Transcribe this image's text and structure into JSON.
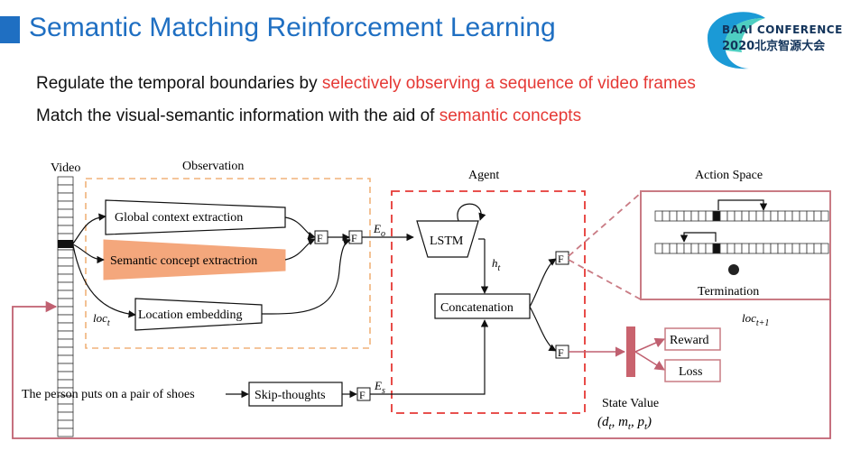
{
  "title": "Semantic Matching Reinforcement Learning",
  "logo": {
    "line1": "BAAI CONFERENCE",
    "line2": "2020北京智源大会"
  },
  "bullets": [
    {
      "plain": "Regulate the temporal boundaries by ",
      "highlight": "selectively observing a sequence of video frames"
    },
    {
      "plain": "Match the visual-semantic information with the aid of ",
      "highlight": "semantic concepts"
    }
  ],
  "diagram": {
    "video_label": "Video",
    "observation_label": "Observation",
    "global_context": "Global context extraction",
    "semantic_concept": "Semantic concept extractrion",
    "location_embedding": "Location embedding",
    "loc_t": "loc",
    "loc_t_sub": "t",
    "fusion_label": "F",
    "e_o": "E",
    "e_o_sub": "o",
    "agent_label": "Agent",
    "lstm": "LSTM",
    "h_t": "h",
    "h_t_sub": "t",
    "concatenation": "Concatenation",
    "action_space_label": "Action Space",
    "termination": "Termination",
    "loc_t1": "loc",
    "loc_t1_sub": "t+1",
    "reward": "Reward",
    "loss": "Loss",
    "state_value_label": "State Value",
    "state_value_formula": "(d",
    "sentence": "The person puts on a pair of shoes",
    "skip_thoughts": "Skip-thoughts",
    "e_s": "E",
    "e_s_sub": "s"
  },
  "colors": {
    "title_blue": "#1f6fc2",
    "highlight_red": "#e53935",
    "observation_border": "#f0b27a",
    "agent_border": "#e53935",
    "action_border": "#c97b84",
    "semantic_fill": "#f4a77c"
  }
}
